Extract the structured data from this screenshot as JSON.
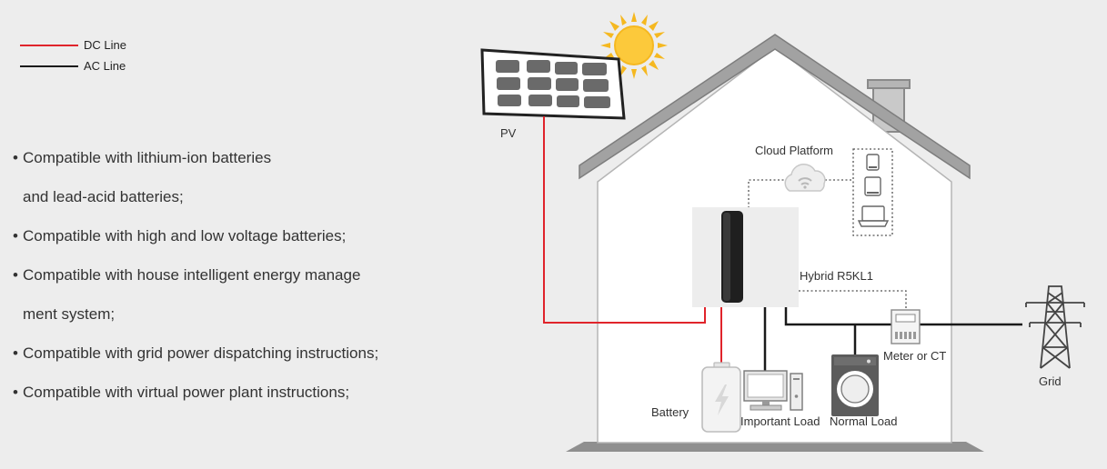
{
  "legend": [
    {
      "label": "DC Line",
      "color": "#e0242b"
    },
    {
      "label": "AC Line",
      "color": "#1a1a1a"
    }
  ],
  "features": [
    {
      "bullet": "•",
      "text": "Compatible with lithium-ion batteries"
    },
    {
      "bullet": "",
      "text": "and lead-acid batteries;"
    },
    {
      "bullet": "•",
      "text": "Compatible with high and low voltage batteries;"
    },
    {
      "bullet": "•",
      "text": "Compatible with house intelligent energy manage"
    },
    {
      "bullet": "",
      "text": "ment system;"
    },
    {
      "bullet": "•",
      "text": "Compatible with grid power dispatching instructions;"
    },
    {
      "bullet": "•",
      "text": "Compatible with virtual power plant instructions;"
    }
  ],
  "diagram": {
    "pv_label": "PV",
    "cloud_label": "Cloud Platform",
    "inverter_label": "Hybrid R5KL1",
    "meter_label": "Meter or CT",
    "grid_label": "Grid",
    "battery_label": "Battery",
    "important_load_label": "Important Load",
    "normal_load_label": "Normal Load"
  },
  "colors": {
    "dc_line": "#e0242b",
    "ac_line": "#1a1a1a",
    "roof": "#9a9a9a",
    "sun": "#f5b820"
  }
}
